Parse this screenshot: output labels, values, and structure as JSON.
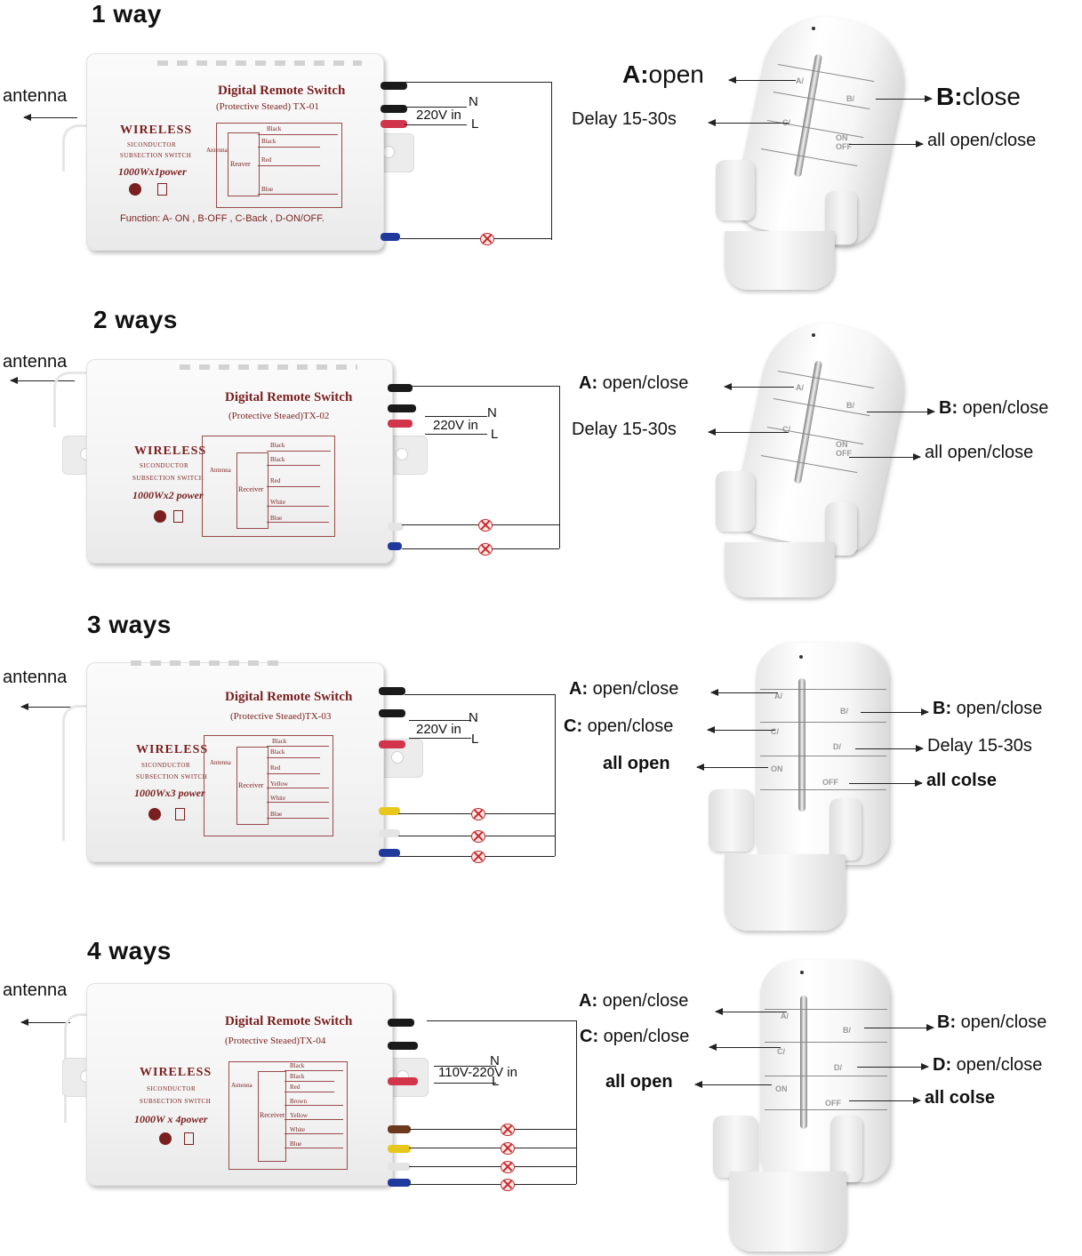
{
  "sections": [
    {
      "heading": "1 way",
      "antenna": "antenna",
      "brand": "Digital Remote Switch",
      "model": "(Protective Steaed) TX-01",
      "wireless": "WIRELESS",
      "sub1": "SICONDUCTOR",
      "sub2": "SUBSECTION SWITCH",
      "power": "1000Wx1power",
      "receiver": "Reaver",
      "antenna_small": "Antenna",
      "schematic_wires": [
        "Black",
        "Black",
        "Red",
        "Blue"
      ],
      "function": "Function: A- ON , B-OFF , C-Back , D-ON/OFF.",
      "input": "220V in",
      "n": "N",
      "l": "L",
      "buttons": [
        "A/",
        "B/",
        "C/",
        "ON OFF"
      ],
      "labels_left": [
        {
          "key": "A:",
          "text": "open"
        },
        {
          "key": "",
          "text": "Delay 15-30s"
        }
      ],
      "labels_right": [
        {
          "key": "B:",
          "text": "close"
        },
        {
          "key": "",
          "text": "all open/close"
        }
      ]
    },
    {
      "heading": "2 ways",
      "antenna": "antenna",
      "brand": "Digital Remote Switch",
      "model": "(Protective Steaed)TX-02",
      "wireless": "WIRELESS",
      "sub1": "SICONDUCTOR",
      "sub2": "SUBSECTION SWITCH",
      "power": "1000Wx2 power",
      "receiver": "Receiver",
      "antenna_small": "Antenna",
      "schematic_wires": [
        "Black",
        "Black",
        "Red",
        "White",
        "Blue"
      ],
      "input": "220V in",
      "n": "N",
      "l": "L",
      "buttons": [
        "A/",
        "B/",
        "C/",
        "ON OFF"
      ],
      "labels_left": [
        {
          "key": "A:",
          "text": " open/close"
        },
        {
          "key": "",
          "text": "Delay 15-30s"
        }
      ],
      "labels_right": [
        {
          "key": "B:",
          "text": " open/close"
        },
        {
          "key": "",
          "text": "all open/close"
        }
      ]
    },
    {
      "heading": "3 ways",
      "antenna": "antenna",
      "brand": "Digital Remote Switch",
      "model": "(Protective Steaed)TX-03",
      "wireless": "WIRELESS",
      "sub1": "SICONDUCTOR",
      "sub2": "SUBSECTION SWITCH",
      "power": "1000Wx3 power",
      "receiver": "Receiver",
      "antenna_small": "Antenna",
      "schematic_wires": [
        "Black",
        "Black",
        "Red",
        "Yellow",
        "White",
        "Blue"
      ],
      "input": "220V in",
      "n": "N",
      "l": "L",
      "buttons": [
        "A/",
        "B/",
        "C/",
        "D/",
        "ON",
        "OFF"
      ],
      "labels_left": [
        {
          "key": "A:",
          "text": " open/close"
        },
        {
          "key": "C:",
          "text": " open/close"
        },
        {
          "key": "all open",
          "text": ""
        }
      ],
      "labels_right": [
        {
          "key": "B:",
          "text": " open/close"
        },
        {
          "key": "",
          "text": "Delay 15-30s"
        },
        {
          "key": "all colse",
          "text": ""
        }
      ]
    },
    {
      "heading": "4 ways",
      "antenna": "antenna",
      "brand": "Digital Remote Switch",
      "model": "(Protective Steaed)TX-04",
      "wireless": "WIRELESS",
      "sub1": "SICONDUCTOR",
      "sub2": "SUBSECTION SWITCH",
      "power": "1000W x 4power",
      "receiver": "Receiver",
      "antenna_small": "Antenna",
      "schematic_wires": [
        "Black",
        "Black",
        "Red",
        "Brown",
        "Yellow",
        "White",
        "Blue"
      ],
      "input": "110V-220V in",
      "n": "N",
      "l": "L",
      "buttons": [
        "A/",
        "B/",
        "C/",
        "D/",
        "ON",
        "OFF"
      ],
      "labels_left": [
        {
          "key": "A:",
          "text": " open/close"
        },
        {
          "key": "C:",
          "text": " open/close"
        },
        {
          "key": "all open",
          "text": ""
        }
      ],
      "labels_right": [
        {
          "key": "B:",
          "text": " open/close"
        },
        {
          "key": "D:",
          "text": " open/close"
        },
        {
          "key": "all colse",
          "text": ""
        }
      ]
    }
  ],
  "colors": {
    "label_maroon": "#7a1f1f",
    "wire_black": "#1a1a1a",
    "wire_red": "#d1344b",
    "wire_blue": "#1f3a9c",
    "wire_yellow": "#e8c71c",
    "wire_brown": "#6b3a1e",
    "wire_white": "#e4e4e4",
    "lamp_red": "#c62828"
  }
}
